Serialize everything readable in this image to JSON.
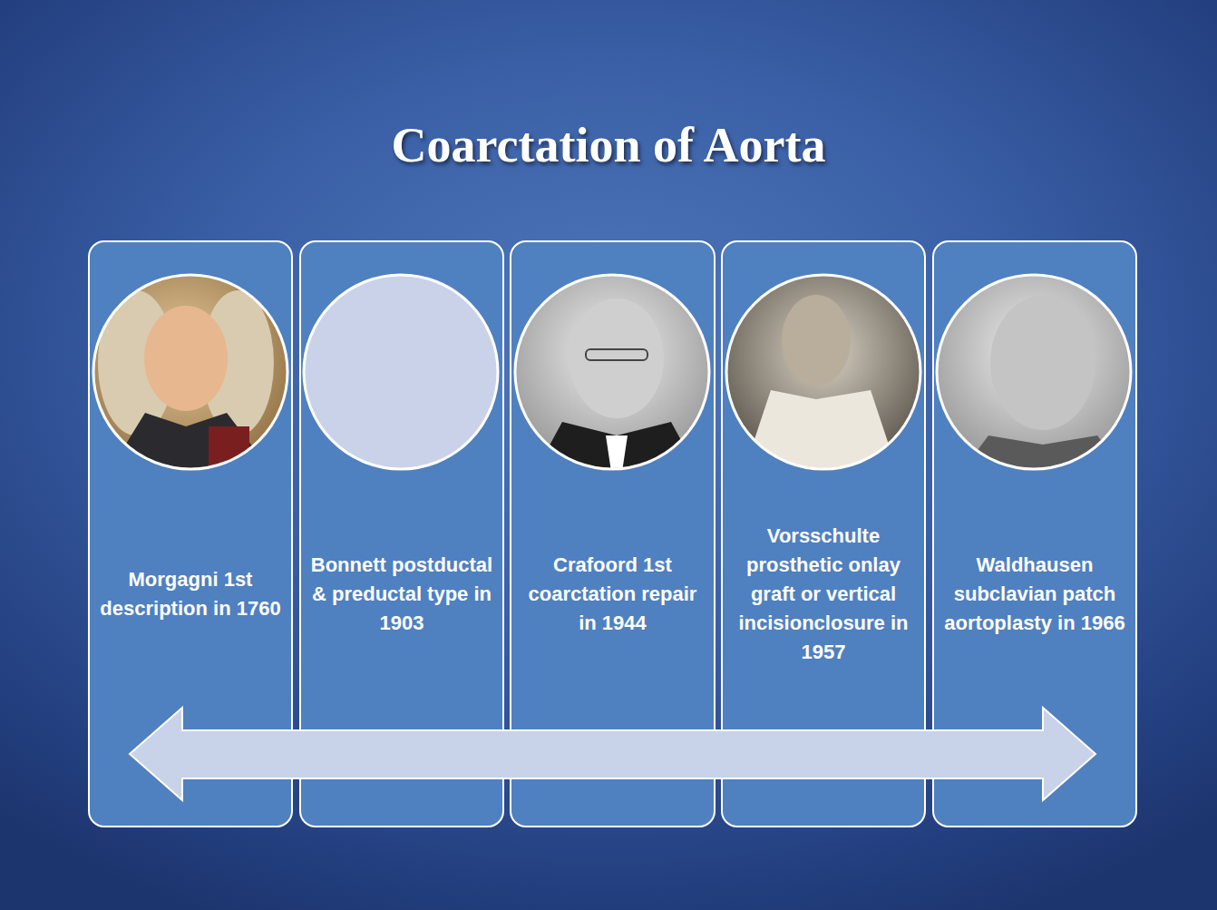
{
  "diagram": {
    "title": "Coarctation of Aorta",
    "nodes": [
      {
        "text": [
          "Morgagni 1st description in 1760"
        ]
      },
      {
        "text": [
          "Bonnett postductal & preductal type in 1903"
        ]
      },
      {
        "text": [
          "Crafoord 1st coarctation repair in 1944"
        ]
      },
      {
        "text": [
          "Vorsschulte prosthetic onlay graft or vertical incisionclosure in 1957"
        ]
      },
      {
        "text": [
          "Waldhausen subclavian patch aortoplasty in 1966"
        ]
      }
    ]
  }
}
